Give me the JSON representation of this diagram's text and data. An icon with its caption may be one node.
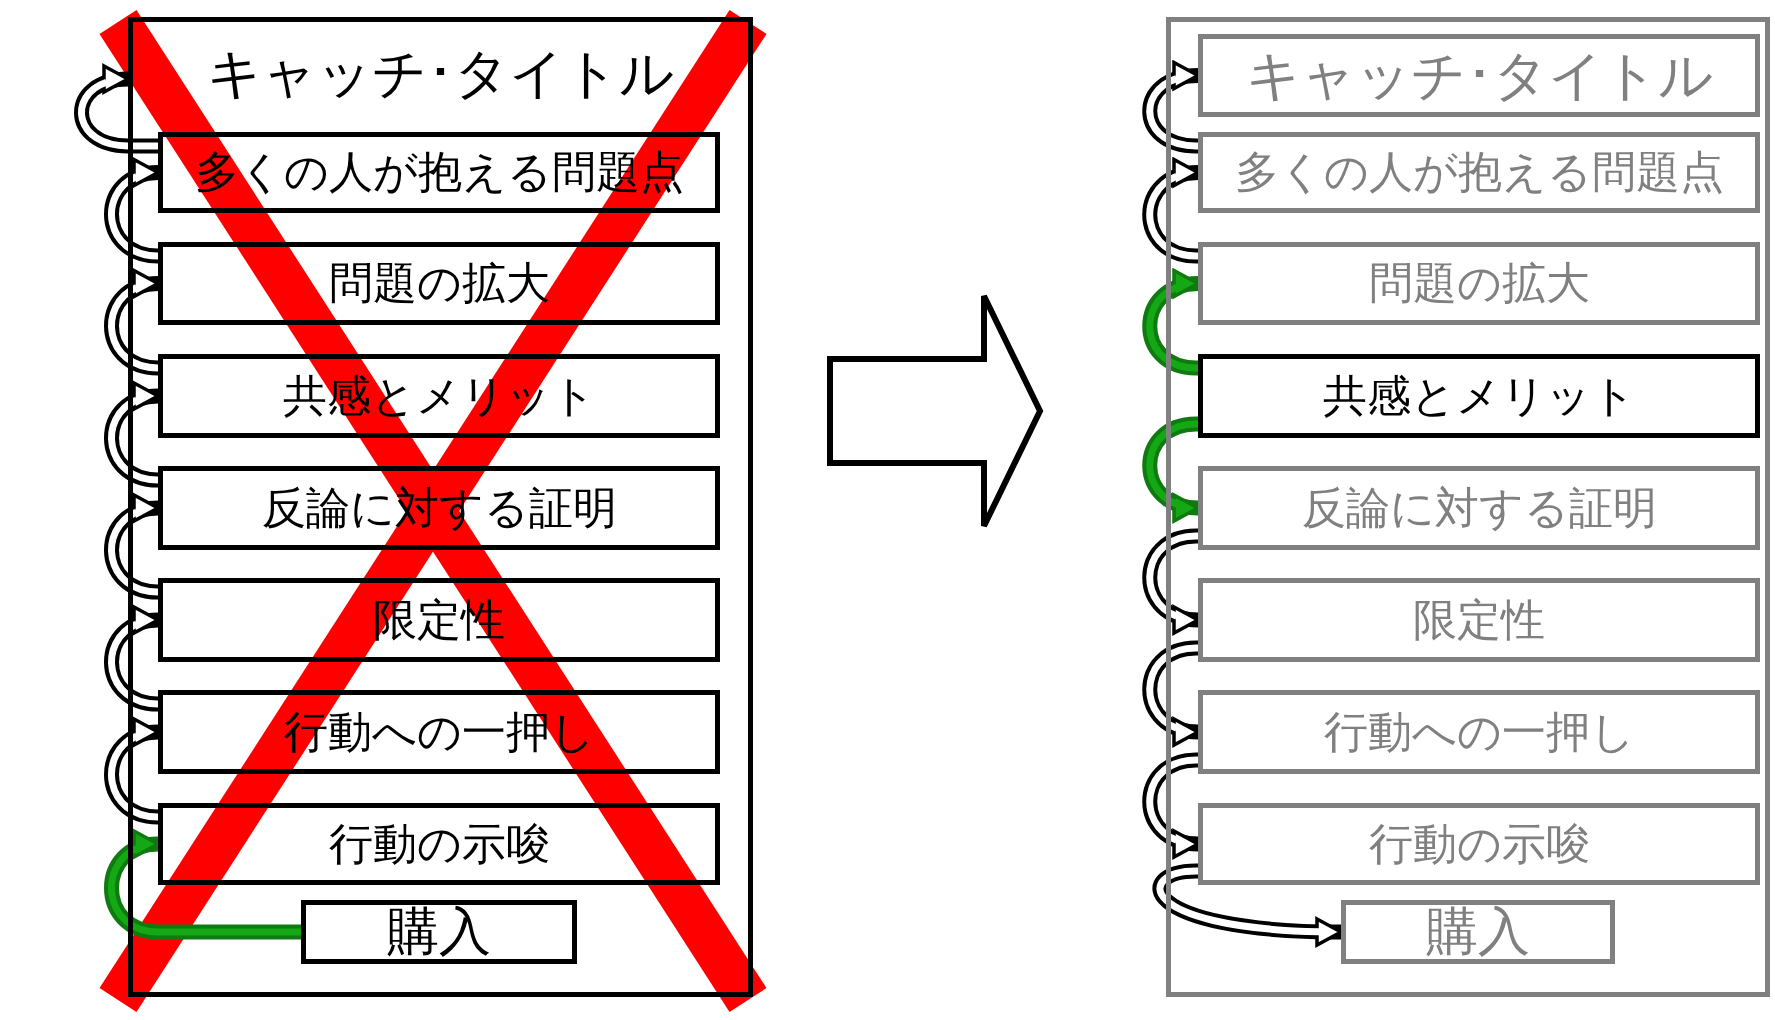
{
  "diagram": {
    "nodes": [
      {
        "text": [
          "キャッチ･タイトル"
        ]
      },
      {
        "text": [
          "多くの人が抱える問題点"
        ],
        "in": 0
      },
      {
        "text": [
          "問題の拡大"
        ],
        "in": 0
      },
      {
        "text": [
          "共感とメリット"
        ],
        "in": 0
      },
      {
        "text": [
          "反論に対する証明"
        ],
        "in": 0
      },
      {
        "text": [
          "限定性"
        ],
        "in": 0
      },
      {
        "text": [
          "行動への一押し"
        ],
        "in": 0
      },
      {
        "text": [
          "行動の示唆"
        ],
        "in": 0
      },
      {
        "text": [
          "購入"
        ],
        "in": 0
      },
      {
        "text": [],
        "shape": "box"
      },
      {
        "text": [
          "キャッチ･タイトル"
        ],
        "in": 9
      },
      {
        "text": [
          "多くの人が抱える問題点"
        ],
        "in": 9
      },
      {
        "text": [
          "問題の拡大"
        ],
        "in": 9
      },
      {
        "text": [
          "共感とメリット"
        ],
        "in": 9
      },
      {
        "text": [
          "反論に対する証明"
        ],
        "in": 9
      },
      {
        "text": [
          "限定性"
        ],
        "in": 9
      },
      {
        "text": [
          "行動への一押し"
        ],
        "in": 9
      },
      {
        "text": [
          "行動の示唆"
        ],
        "in": 9
      },
      {
        "text": [
          "購入"
        ],
        "in": 9
      }
    ],
    "edges": [
      {
        "from": 8,
        "to": 7,
        "arrow": "to",
        "color": "#0f7a0f"
      },
      {
        "from": 7,
        "to": 6,
        "arrow": "to"
      },
      {
        "from": 6,
        "to": 5,
        "arrow": "to"
      },
      {
        "from": 5,
        "to": 4,
        "arrow": "to"
      },
      {
        "from": 4,
        "to": 3,
        "arrow": "to"
      },
      {
        "from": 3,
        "to": 2,
        "arrow": "to"
      },
      {
        "from": 2,
        "to": 1,
        "arrow": "to"
      },
      {
        "from": 1,
        "to": 0,
        "arrow": "to"
      },
      {
        "from": 0,
        "to": 9,
        "arrow": "to",
        "style": "thick"
      },
      {
        "from": 13,
        "to": 12,
        "arrow": "to",
        "color": "#0f7a0f"
      },
      {
        "from": 13,
        "to": 14,
        "arrow": "to",
        "color": "#0f7a0f"
      },
      {
        "from": 12,
        "to": 11,
        "arrow": "to"
      },
      {
        "from": 11,
        "to": 10,
        "arrow": "to"
      },
      {
        "from": 14,
        "to": 15,
        "arrow": "to"
      },
      {
        "from": 15,
        "to": 16,
        "arrow": "to"
      },
      {
        "from": 16,
        "to": 17,
        "arrow": "to"
      },
      {
        "from": 17,
        "to": 18,
        "arrow": "to"
      }
    ]
  }
}
